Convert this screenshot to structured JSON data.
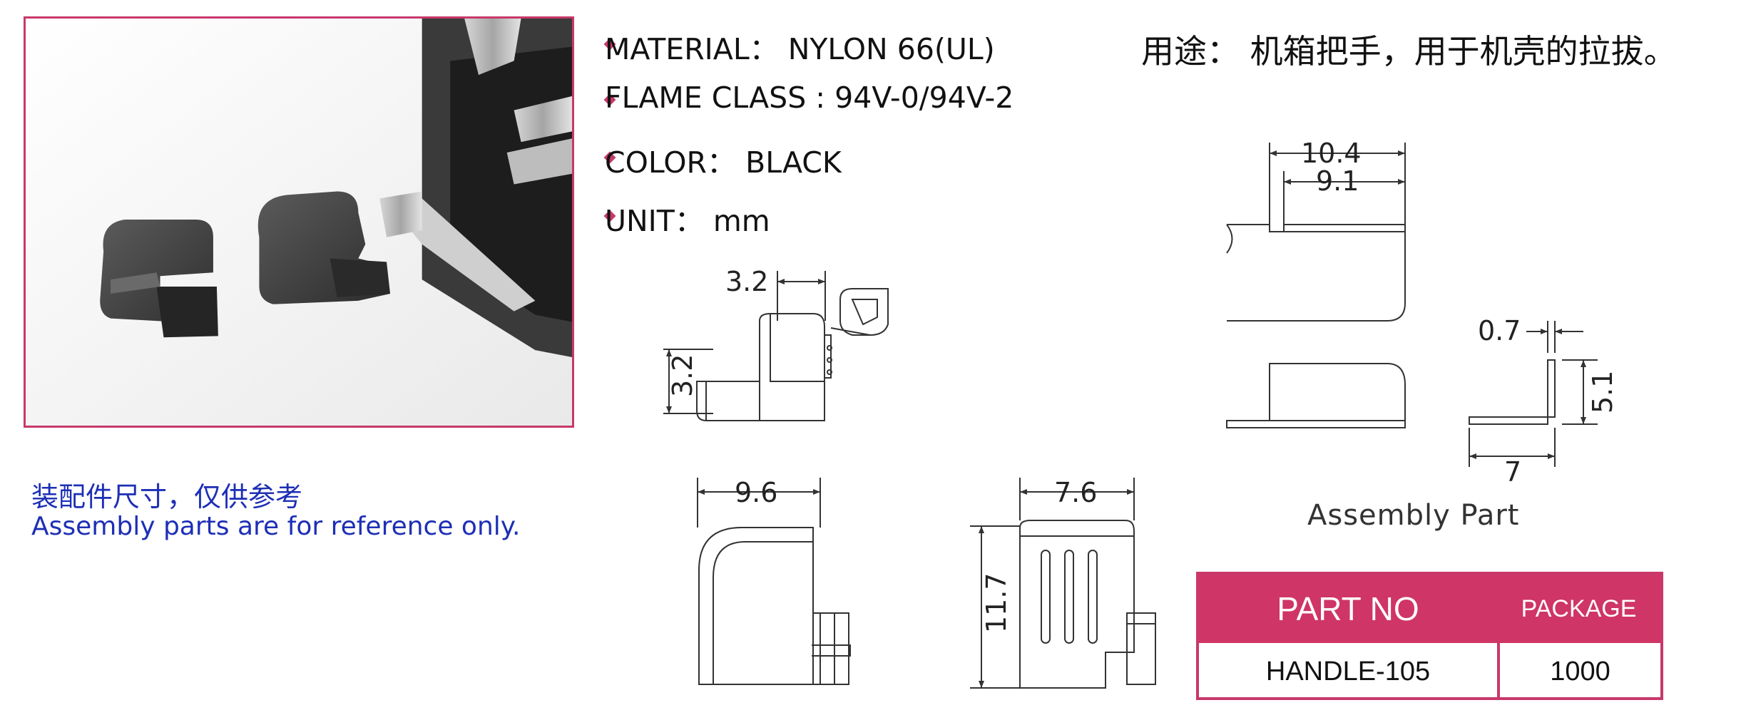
{
  "specs": [
    {
      "text": "MATERIAL： NYLON 66(UL)"
    },
    {
      "text": "FLAME CLASS : 94V-0/94V-2"
    },
    {
      "text": "COLOR： BLACK"
    },
    {
      "text": "UNIT： mm"
    }
  ],
  "usage": "用途：  机箱把手，用于机壳的拉拔。",
  "note": {
    "cn": "装配件尺寸，仅供参考",
    "en": "Assembly parts are for reference only."
  },
  "dimensions": {
    "side_width": "3.2",
    "side_height": "3.2",
    "front_width": "9.6",
    "end_width": "7.6",
    "end_height": "11.7",
    "asm_outer": "10.4",
    "asm_inner": "9.1",
    "bracket_thick": "0.7",
    "bracket_height": "5.1",
    "bracket_width": "7"
  },
  "assembly_label": "Assembly Part",
  "table": {
    "header_part": "PART NO",
    "header_package": "PACKAGE",
    "part_no": "HANDLE-105",
    "package": "1000"
  },
  "colors": {
    "accent": "#c8386b",
    "header_bg": "#cf3566",
    "note_blue": "#1d2fb5"
  }
}
